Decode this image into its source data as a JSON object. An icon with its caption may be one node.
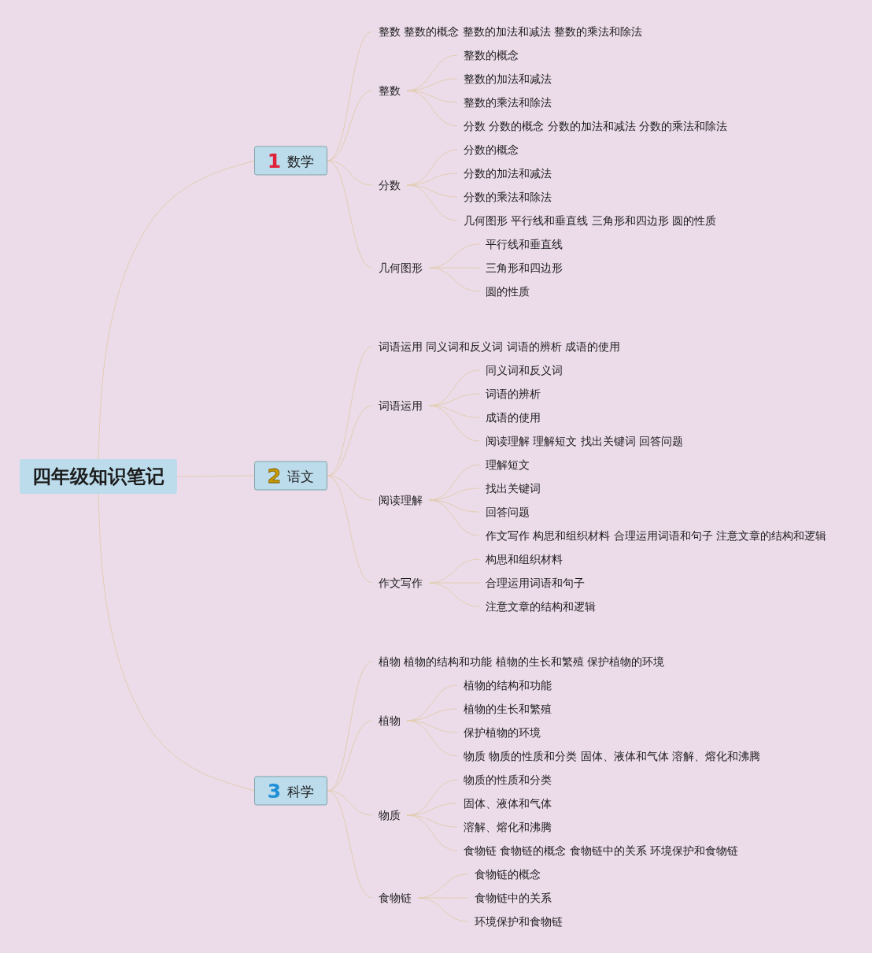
{
  "diagram": {
    "nodes": [
      {
        "text": [
          "四年级知识笔记"
        ]
      },
      {
        "text": [
          "1",
          "数学"
        ]
      },
      {
        "text": [
          "整数 整数的概念 整数的加法和减法 整数的乘法和除法"
        ]
      },
      {
        "text": [
          "整数"
        ]
      },
      {
        "text": [
          "整数的概念"
        ]
      },
      {
        "text": [
          "整数的加法和减法"
        ]
      },
      {
        "text": [
          "整数的乘法和除法"
        ]
      },
      {
        "text": [
          "分数 分数的概念 分数的加法和减法 分数的乘法和除法"
        ]
      },
      {
        "text": [
          "分数"
        ]
      },
      {
        "text": [
          "分数的概念"
        ]
      },
      {
        "text": [
          "分数的加法和减法"
        ]
      },
      {
        "text": [
          "分数的乘法和除法"
        ]
      },
      {
        "text": [
          "几何图形 平行线和垂直线 三角形和四边形 圆的性质"
        ]
      },
      {
        "text": [
          "几何图形"
        ]
      },
      {
        "text": [
          "平行线和垂直线"
        ]
      },
      {
        "text": [
          "三角形和四边形"
        ]
      },
      {
        "text": [
          "圆的性质"
        ]
      },
      {
        "text": [
          "2",
          "语文"
        ]
      },
      {
        "text": [
          "词语运用 同义词和反义词 词语的辨析 成语的使用"
        ]
      },
      {
        "text": [
          "词语运用"
        ]
      },
      {
        "text": [
          "同义词和反义词"
        ]
      },
      {
        "text": [
          "词语的辨析"
        ]
      },
      {
        "text": [
          "成语的使用"
        ]
      },
      {
        "text": [
          "阅读理解 理解短文 找出关键词 回答问题"
        ]
      },
      {
        "text": [
          "阅读理解"
        ]
      },
      {
        "text": [
          "理解短文"
        ]
      },
      {
        "text": [
          "找出关键词"
        ]
      },
      {
        "text": [
          "回答问题"
        ]
      },
      {
        "text": [
          "作文写作 构思和组织材料 合理运用词语和句子 注意文章的结构和逻辑"
        ]
      },
      {
        "text": [
          "作文写作"
        ]
      },
      {
        "text": [
          "构思和组织材料"
        ]
      },
      {
        "text": [
          "合理运用词语和句子"
        ]
      },
      {
        "text": [
          "注意文章的结构和逻辑"
        ]
      },
      {
        "text": [
          "3",
          "科学"
        ]
      },
      {
        "text": [
          "植物 植物的结构和功能 植物的生长和繁殖 保护植物的环境"
        ]
      },
      {
        "text": [
          "植物"
        ]
      },
      {
        "text": [
          "植物的结构和功能"
        ]
      },
      {
        "text": [
          "植物的生长和繁殖"
        ]
      },
      {
        "text": [
          "保护植物的环境"
        ]
      },
      {
        "text": [
          "物质 物质的性质和分类 固体、液体和气体 溶解、熔化和沸腾"
        ]
      },
      {
        "text": [
          "物质"
        ]
      },
      {
        "text": [
          "物质的性质和分类"
        ]
      },
      {
        "text": [
          "固体、液体和气体"
        ]
      },
      {
        "text": [
          "溶解、熔化和沸腾"
        ]
      },
      {
        "text": [
          "食物链 食物链的概念 食物链中的关系 环境保护和食物链"
        ]
      },
      {
        "text": [
          "食物链"
        ]
      },
      {
        "text": [
          "食物链的概念"
        ]
      },
      {
        "text": [
          "食物链中的关系"
        ]
      },
      {
        "text": [
          "环境保护和食物链"
        ]
      }
    ],
    "edges": [
      {
        "from": 0,
        "to": 1,
        "arrow": "none"
      },
      {
        "from": 0,
        "to": 17,
        "arrow": "none"
      },
      {
        "from": 0,
        "to": 33,
        "arrow": "none"
      },
      {
        "from": 1,
        "to": 2,
        "arrow": "none"
      },
      {
        "from": 1,
        "to": 3,
        "arrow": "none"
      },
      {
        "from": 1,
        "to": 8,
        "arrow": "none"
      },
      {
        "from": 1,
        "to": 13,
        "arrow": "none"
      },
      {
        "from": 3,
        "to": 4,
        "arrow": "none"
      },
      {
        "from": 3,
        "to": 5,
        "arrow": "none"
      },
      {
        "from": 3,
        "to": 6,
        "arrow": "none"
      },
      {
        "from": 3,
        "to": 7,
        "arrow": "none"
      },
      {
        "from": 8,
        "to": 9,
        "arrow": "none"
      },
      {
        "from": 8,
        "to": 10,
        "arrow": "none"
      },
      {
        "from": 8,
        "to": 11,
        "arrow": "none"
      },
      {
        "from": 8,
        "to": 12,
        "arrow": "none"
      },
      {
        "from": 13,
        "to": 14,
        "arrow": "none"
      },
      {
        "from": 13,
        "to": 15,
        "arrow": "none"
      },
      {
        "from": 13,
        "to": 16,
        "arrow": "none"
      },
      {
        "from": 17,
        "to": 18,
        "arrow": "none"
      },
      {
        "from": 17,
        "to": 19,
        "arrow": "none"
      },
      {
        "from": 17,
        "to": 24,
        "arrow": "none"
      },
      {
        "from": 17,
        "to": 29,
        "arrow": "none"
      },
      {
        "from": 19,
        "to": 20,
        "arrow": "none"
      },
      {
        "from": 19,
        "to": 21,
        "arrow": "none"
      },
      {
        "from": 19,
        "to": 22,
        "arrow": "none"
      },
      {
        "from": 19,
        "to": 23,
        "arrow": "none"
      },
      {
        "from": 24,
        "to": 25,
        "arrow": "none"
      },
      {
        "from": 24,
        "to": 26,
        "arrow": "none"
      },
      {
        "from": 24,
        "to": 27,
        "arrow": "none"
      },
      {
        "from": 24,
        "to": 28,
        "arrow": "none"
      },
      {
        "from": 29,
        "to": 30,
        "arrow": "none"
      },
      {
        "from": 29,
        "to": 31,
        "arrow": "none"
      },
      {
        "from": 29,
        "to": 32,
        "arrow": "none"
      },
      {
        "from": 33,
        "to": 34,
        "arrow": "none"
      },
      {
        "from": 33,
        "to": 35,
        "arrow": "none"
      },
      {
        "from": 33,
        "to": 40,
        "arrow": "none"
      },
      {
        "from": 33,
        "to": 45,
        "arrow": "none"
      },
      {
        "from": 35,
        "to": 36,
        "arrow": "none"
      },
      {
        "from": 35,
        "to": 37,
        "arrow": "none"
      },
      {
        "from": 35,
        "to": 38,
        "arrow": "none"
      },
      {
        "from": 35,
        "to": 39,
        "arrow": "none"
      },
      {
        "from": 40,
        "to": 41,
        "arrow": "none"
      },
      {
        "from": 40,
        "to": 42,
        "arrow": "none"
      },
      {
        "from": 40,
        "to": 43,
        "arrow": "none"
      },
      {
        "from": 40,
        "to": 44,
        "arrow": "none"
      },
      {
        "from": 45,
        "to": 46,
        "arrow": "none"
      },
      {
        "from": 45,
        "to": 47,
        "arrow": "none"
      },
      {
        "from": 45,
        "to": 48,
        "arrow": "none"
      }
    ]
  }
}
